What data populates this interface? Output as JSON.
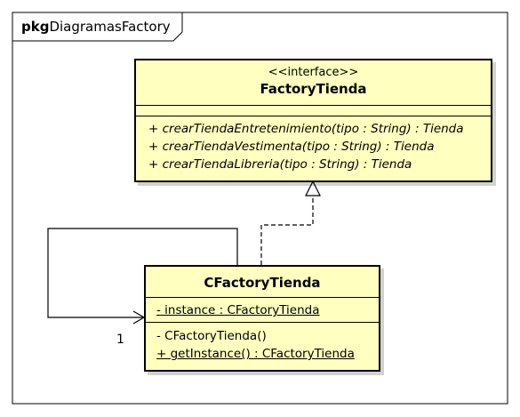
{
  "package": {
    "keyword": "pkg",
    "name": "DiagramasFactory"
  },
  "interface_class": {
    "stereotype": "<<interface>>",
    "name": "FactoryTienda",
    "operations": [
      "+ crearTiendaEntretenimiento(tipo : String) : Tienda",
      "+ crearTiendaVestimenta(tipo : String) : Tienda",
      "+ crearTiendaLibreria(tipo : String) : Tienda"
    ]
  },
  "concrete_class": {
    "name": "CFactoryTienda",
    "attributes": [
      "- instance : CFactoryTienda"
    ],
    "operations": [
      "- CFactoryTienda()",
      "+ getInstance() : CFactoryTienda"
    ]
  },
  "self_association": {
    "multiplicity": "1"
  },
  "colors": {
    "class_fill": "#ffffc0",
    "line": "#000000",
    "background": "#ffffff"
  }
}
